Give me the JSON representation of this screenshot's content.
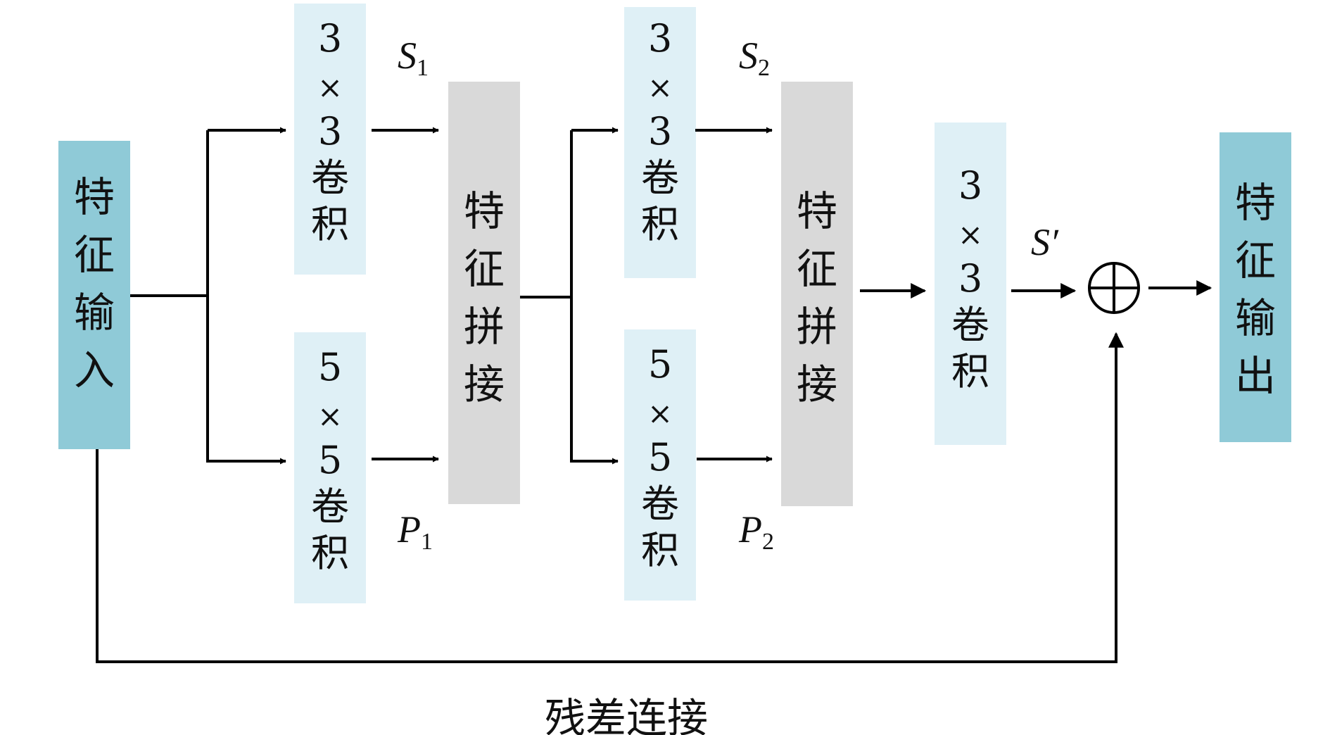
{
  "colors": {
    "io_box": "#8fcad7",
    "conv_box": "#dff0f6",
    "concat_box": "#d9d9d9",
    "line": "#000000"
  },
  "boxes": {
    "input": [
      "特",
      "征",
      "输",
      "入"
    ],
    "conv_a1": [
      "3",
      "×",
      "3",
      "卷",
      "积"
    ],
    "conv_a2": [
      "5",
      "×",
      "5",
      "卷",
      "积"
    ],
    "concat_1": [
      "特",
      "征",
      "拼",
      "接"
    ],
    "conv_b1": [
      "3",
      "×",
      "3",
      "卷",
      "积"
    ],
    "conv_b2": [
      "5",
      "×",
      "5",
      "卷",
      "积"
    ],
    "concat_2": [
      "特",
      "征",
      "拼",
      "接"
    ],
    "conv_final": [
      "3",
      "×",
      "3",
      "卷",
      "积"
    ],
    "output": [
      "特",
      "征",
      "输",
      "出"
    ]
  },
  "labels": {
    "s1": {
      "main": "S",
      "sub": "1"
    },
    "p1": {
      "main": "P",
      "sub": "1"
    },
    "s2": {
      "main": "S",
      "sub": "2"
    },
    "p2": {
      "main": "P",
      "sub": "2"
    },
    "s_prime": {
      "main": "S′"
    }
  },
  "sum_icon": "circled-plus-icon",
  "caption": "残差连接"
}
